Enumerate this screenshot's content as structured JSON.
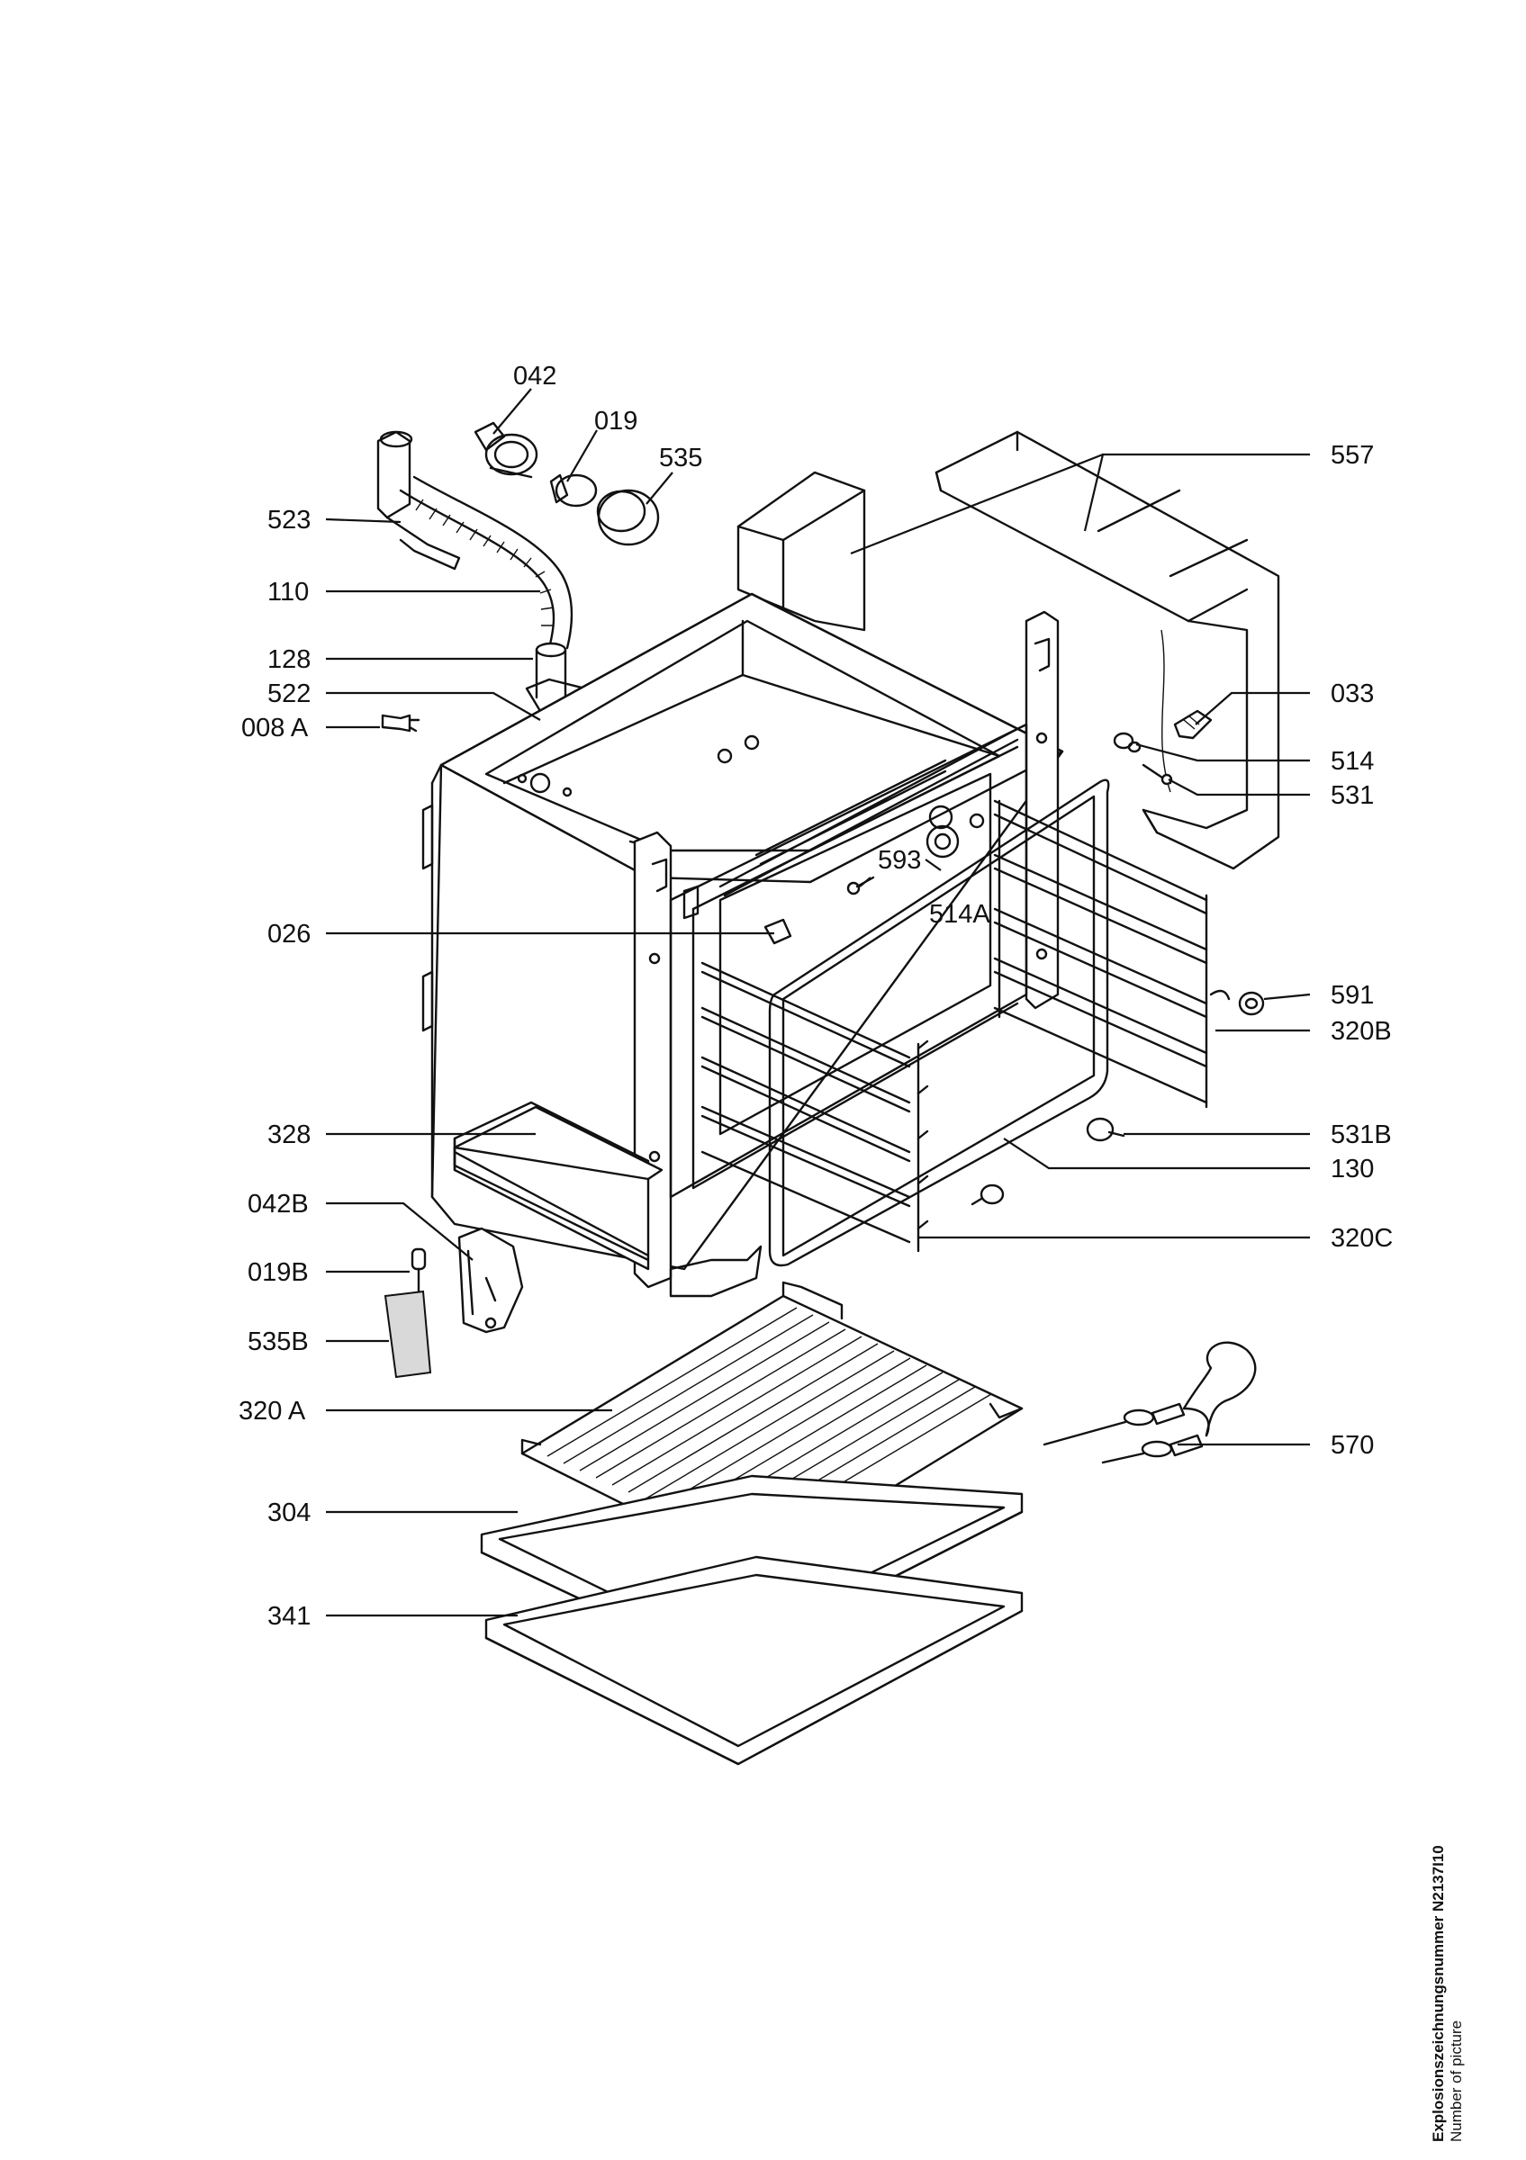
{
  "labels": {
    "p042": "042",
    "p019": "019",
    "p535": "535",
    "p557": "557",
    "p523": "523",
    "p110": "110",
    "p128": "128",
    "p522": "522",
    "p008A": "008 A",
    "p033": "033",
    "p514": "514",
    "p531": "531",
    "p593": "593",
    "p514A": "514A",
    "p026": "026",
    "p591": "591",
    "p320B": "320B",
    "p328": "328",
    "p531B": "531B",
    "p130": "130",
    "p042B": "042B",
    "p320C": "320C",
    "p019B": "019B",
    "p535B": "535B",
    "p320A": "320 A",
    "p570": "570",
    "p304": "304",
    "p341": "341"
  },
  "caption": {
    "line1": "Explosionszeichnungsnummer N2137I10",
    "line2": "Number of picture"
  }
}
